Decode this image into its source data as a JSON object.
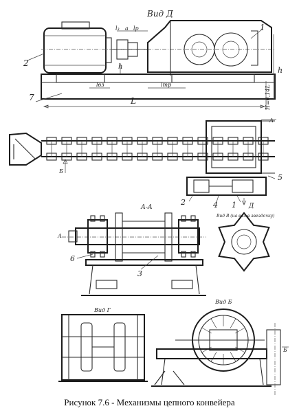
{
  "caption": "Рисунок 7.6 - Механизмы цепного конвейера",
  "views": {
    "d": "Вид Д",
    "aa": "А-А",
    "v": "Вид В (на вал в звездочку)",
    "g": "Вид Г",
    "b": "Вид Б"
  },
  "part_numbers": {
    "p1": "1",
    "p2": "2",
    "p3": "3",
    "p4": "4",
    "p5": "5",
    "p6": "6",
    "p7": "7"
  },
  "dimensions": {
    "l3": "l₃",
    "a": "a",
    "lp": "lр",
    "h_small": "h",
    "h_big": "h",
    "lvs": "lвз",
    "ltr": "lтр",
    "L": "L",
    "h_mark": "H=0,14L"
  },
  "markers": {
    "a_top": "А",
    "b_side": "Б",
    "d_arrow": "Д",
    "a_left": "А",
    "b_right": "Б"
  }
}
